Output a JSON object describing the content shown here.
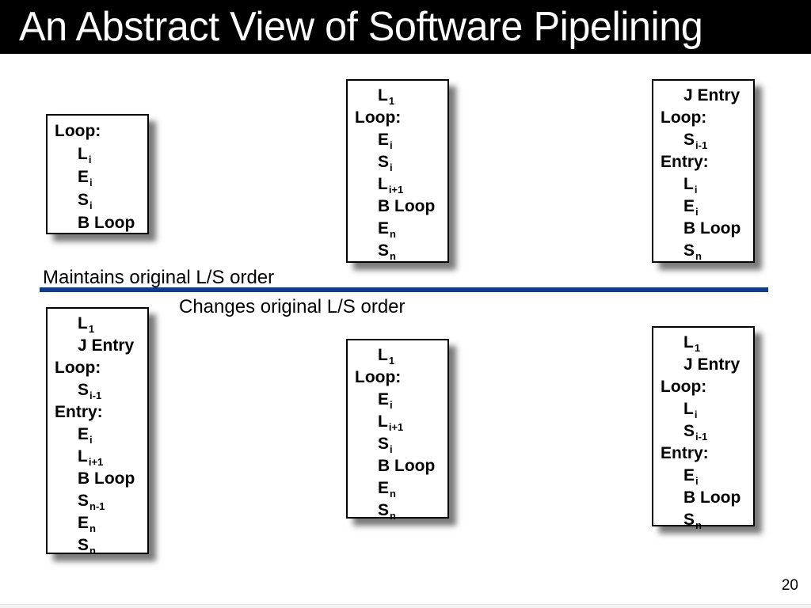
{
  "slide": {
    "title": "An Abstract View of Software Pipelining",
    "page_number": "20",
    "labels": {
      "maintains": "Maintains original L/S order",
      "changes": "Changes original L/S order"
    },
    "colors": {
      "title_bar_bg": "#000000",
      "title_text": "#ffffff",
      "divider_blue": "#0d3d8f",
      "box_border": "#000000",
      "box_bg": "#ffffff"
    }
  },
  "boxes": [
    {
      "id": "top-left",
      "lines": [
        {
          "text": "Loop:",
          "sub": "",
          "indent": 0
        },
        {
          "text": "L",
          "sub": "i",
          "indent": 1
        },
        {
          "text": "E",
          "sub": "i",
          "indent": 1
        },
        {
          "text": "S",
          "sub": "i",
          "indent": 1
        },
        {
          "text": "B Loop",
          "sub": "",
          "indent": 1
        }
      ]
    },
    {
      "id": "top-middle",
      "lines": [
        {
          "text": "L",
          "sub": "1",
          "indent": 1
        },
        {
          "text": "Loop:",
          "sub": "",
          "indent": 0
        },
        {
          "text": "E",
          "sub": "i",
          "indent": 1
        },
        {
          "text": "S",
          "sub": "i",
          "indent": 1
        },
        {
          "text": "L",
          "sub": "i+1",
          "indent": 1
        },
        {
          "text": "B Loop",
          "sub": "",
          "indent": 1
        },
        {
          "text": "E",
          "sub": "n",
          "indent": 1
        },
        {
          "text": "S",
          "sub": "n",
          "indent": 1
        }
      ]
    },
    {
      "id": "top-right",
      "lines": [
        {
          "text": "J Entry",
          "sub": "",
          "indent": 1
        },
        {
          "text": "Loop:",
          "sub": "",
          "indent": 0
        },
        {
          "text": "S",
          "sub": "i-1",
          "indent": 1
        },
        {
          "text": "Entry:",
          "sub": "",
          "indent": 0
        },
        {
          "text": "L",
          "sub": "i",
          "indent": 1
        },
        {
          "text": "E",
          "sub": "i",
          "indent": 1
        },
        {
          "text": "B Loop",
          "sub": "",
          "indent": 1
        },
        {
          "text": "S",
          "sub": "n",
          "indent": 1
        }
      ]
    },
    {
      "id": "bottom-left",
      "lines": [
        {
          "text": "L",
          "sub": "1",
          "indent": 1
        },
        {
          "text": "J Entry",
          "sub": "",
          "indent": 1
        },
        {
          "text": "Loop:",
          "sub": "",
          "indent": 0
        },
        {
          "text": "S",
          "sub": "i-1",
          "indent": 1
        },
        {
          "text": "Entry:",
          "sub": "",
          "indent": 0
        },
        {
          "text": "E",
          "sub": "i",
          "indent": 1
        },
        {
          "text": "L",
          "sub": "i+1",
          "indent": 1
        },
        {
          "text": "B Loop",
          "sub": "",
          "indent": 1
        },
        {
          "text": "S",
          "sub": "n-1",
          "indent": 1
        },
        {
          "text": "E",
          "sub": "n",
          "indent": 1
        },
        {
          "text": "S",
          "sub": "n",
          "indent": 1
        }
      ]
    },
    {
      "id": "bottom-middle",
      "lines": [
        {
          "text": "L",
          "sub": "1",
          "indent": 1
        },
        {
          "text": "Loop:",
          "sub": "",
          "indent": 0
        },
        {
          "text": "E",
          "sub": "i",
          "indent": 1
        },
        {
          "text": "L",
          "sub": "i+1",
          "indent": 1
        },
        {
          "text": "S",
          "sub": "i",
          "indent": 1
        },
        {
          "text": "B Loop",
          "sub": "",
          "indent": 1
        },
        {
          "text": "E",
          "sub": "n",
          "indent": 1
        },
        {
          "text": "S",
          "sub": "n",
          "indent": 1
        }
      ]
    },
    {
      "id": "bottom-right",
      "lines": [
        {
          "text": "L",
          "sub": "1",
          "indent": 1
        },
        {
          "text": "J Entry",
          "sub": "",
          "indent": 1
        },
        {
          "text": "Loop:",
          "sub": "",
          "indent": 0
        },
        {
          "text": "L",
          "sub": "i",
          "indent": 1
        },
        {
          "text": "S",
          "sub": "i-1",
          "indent": 1
        },
        {
          "text": "Entry:",
          "sub": "",
          "indent": 0
        },
        {
          "text": "E",
          "sub": "i",
          "indent": 1
        },
        {
          "text": "B Loop",
          "sub": "",
          "indent": 1
        },
        {
          "text": "S",
          "sub": "n",
          "indent": 1
        }
      ]
    }
  ]
}
